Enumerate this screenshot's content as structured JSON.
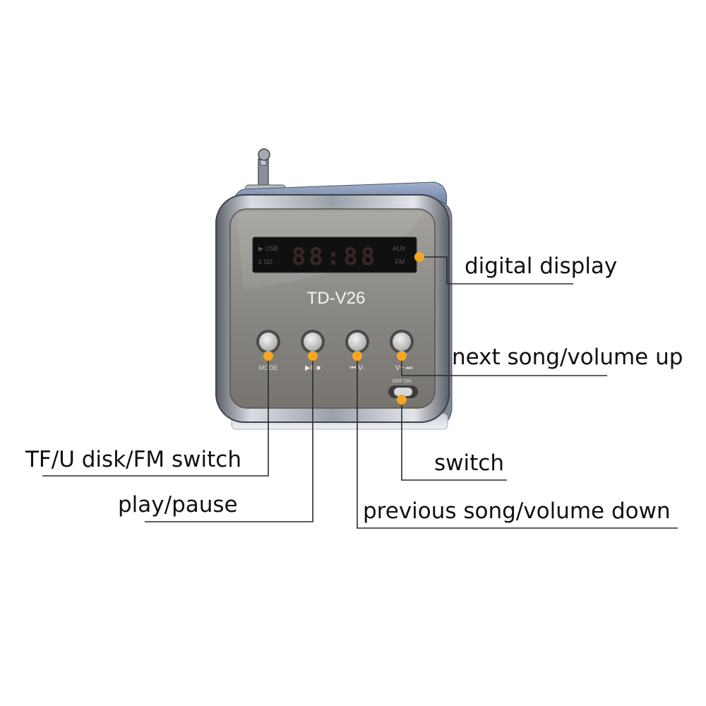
{
  "device": {
    "model": "TD-V26",
    "display": {
      "digits": "88:88",
      "left_top": "▶ USB",
      "left_bottom": "II SD",
      "right_top": "AUX",
      "right_bottom": "FM"
    },
    "button_labels": {
      "mode": "MODE",
      "play": "▶II ■",
      "prev": "⏮ V-",
      "next": "V+ ⏭"
    },
    "switch_label": "OFF ON"
  },
  "callouts": {
    "digital_display": "digital display",
    "next_song": "next song/volume up",
    "mode_switch": "TF/U disk/FM switch",
    "play_pause": "play/pause",
    "power_switch": "switch",
    "prev_song": "previous song/volume down"
  },
  "colors": {
    "marker": "#F5A623",
    "leader": "#2a2a2a",
    "chrome_dark": "#6a6e74",
    "chrome_light": "#e6e9ee",
    "panel": "#8d8b87",
    "lcd_bg": "#101010",
    "lcd_seg": "#d23a3a",
    "button_face": "#d6d6d6"
  }
}
